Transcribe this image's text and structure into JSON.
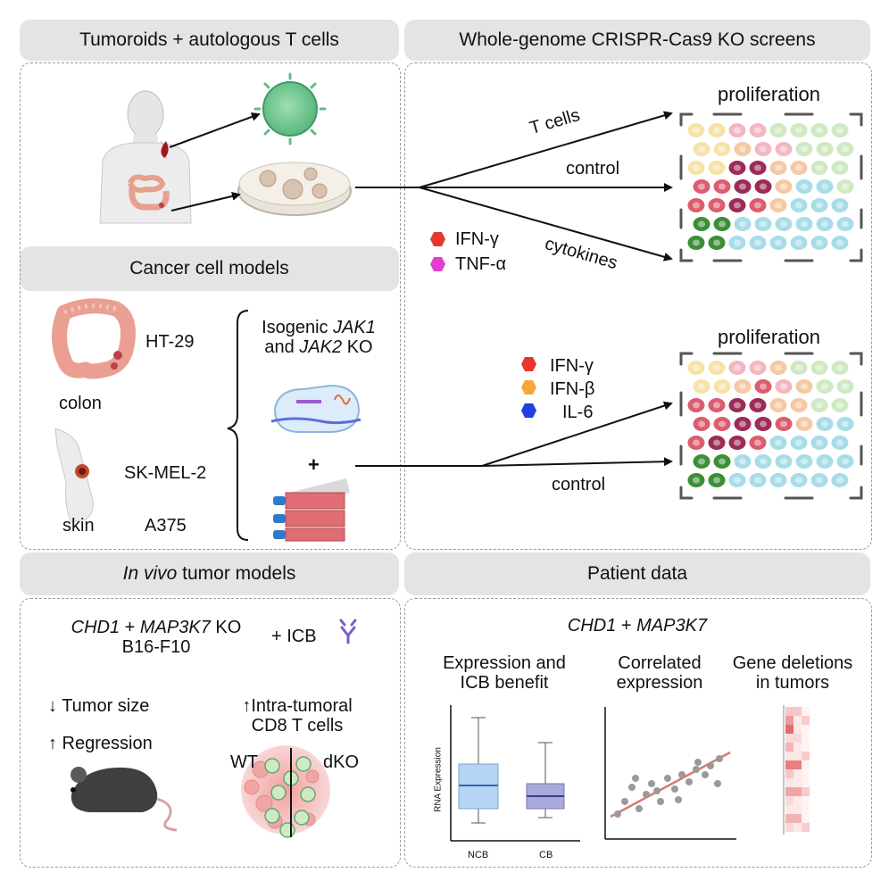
{
  "colors": {
    "header_bg": "#e4e4e4",
    "ifn_gamma": "#e6372a",
    "tnf_alpha": "#e23fcf",
    "ifn_beta": "#f4a83a",
    "il6": "#1f3fe0",
    "cell_yellow": "#f7e2a8",
    "cell_peach": "#f5c9a4",
    "cell_pink": "#f3b7c2",
    "cell_green": "#cfe9c3",
    "cell_red": "#dc5d6e",
    "cell_purple": "#9c2b56",
    "cell_blue": "#a8dde8",
    "cell_darkgreen": "#3c8f37",
    "boxplot_ncb": "#b5d4f3",
    "boxplot_cb": "#a9a9dc",
    "trend_line": "#d97a72"
  },
  "sections": {
    "tumoroids": {
      "title": "Tumoroids + autologous T cells"
    },
    "crispr": {
      "title": "Whole-genome CRISPR-Cas9 KO screens"
    },
    "cancer_models": {
      "title": "Cancer cell models"
    },
    "invivo": {
      "title_italic": "In vivo",
      "title_rest": " tumor models"
    },
    "patient": {
      "title": "Patient data"
    }
  },
  "screen1": {
    "arm_top": "T cells",
    "arm_mid": "control",
    "arm_bot": "cytokines",
    "result": "proliferation",
    "legend": [
      {
        "label": "IFN-γ",
        "icon": "hexagon-red"
      },
      {
        "label": "TNF-α",
        "icon": "hexagon-magenta"
      }
    ]
  },
  "screen2": {
    "result": "proliferation",
    "arm_bot": "control",
    "legend": [
      {
        "label": "IFN-γ",
        "icon": "hexagon-red"
      },
      {
        "label": "IFN-β",
        "icon": "hexagon-orange"
      },
      {
        "label": "IL-6",
        "icon": "hexagon-blue"
      }
    ]
  },
  "cancer_models": {
    "colon_line": "HT-29",
    "colon_label": "colon",
    "skin_line1": "SK-MEL-2",
    "skin_line2": "A375",
    "skin_label": "skin",
    "isogenic_prefix": "Isogenic ",
    "jak1": "JAK1",
    "and": "and ",
    "jak2": "JAK2",
    "ko": " KO",
    "plus": "+"
  },
  "invivo": {
    "gene1": "CHD1",
    "plus1": " + ",
    "gene2": "MAP3K7",
    "ko": " KO",
    "line": "B16-F10",
    "icb": "+ ICB",
    "tumor_size": "↓ Tumor size",
    "regression": "↑ Regression",
    "intratumoral": "↑Intra-tumoral",
    "cd8": "CD8 T cells",
    "wt": "WT",
    "dko": "dKO"
  },
  "patient": {
    "genes_a": "CHD1",
    "genes_plus": " + ",
    "genes_b": "MAP3K7",
    "col1_l1": "Expression and",
    "col1_l2": "ICB benefit",
    "col2_l1": "Correlated",
    "col2_l2": "expression",
    "col3_l1": "Gene deletions",
    "col3_l2": "in tumors",
    "ylabel": "RNA Expression",
    "x_ncb": "NCB",
    "x_cb": "CB"
  }
}
